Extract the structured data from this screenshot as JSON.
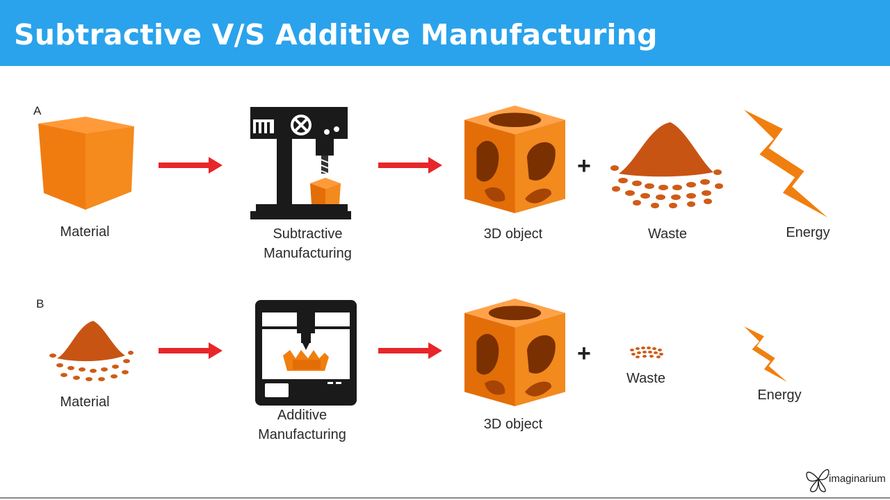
{
  "header": {
    "title": "Subtractive V/S Additive Manufacturing"
  },
  "colors": {
    "banner": "#2aa3ec",
    "orange": "#f07f0f",
    "arrow": "#e8262a",
    "pile": "#c85414"
  },
  "rows": [
    {
      "letter": "A",
      "material_label": "Material",
      "process_label_line1": "Subtractive",
      "process_label_line2": "Manufacturing",
      "object_label": "3D object",
      "plus": "+",
      "waste_label": "Waste",
      "energy_label": "Energy"
    },
    {
      "letter": "B",
      "material_label": "Material",
      "process_label_line1": "Additive",
      "process_label_line2": "Manufacturing",
      "object_label": "3D object",
      "plus": "+",
      "waste_label": "Waste",
      "energy_label": "Energy"
    }
  ],
  "logo": {
    "text": "imaginarium",
    "icon": "butterfly-logo-icon"
  }
}
